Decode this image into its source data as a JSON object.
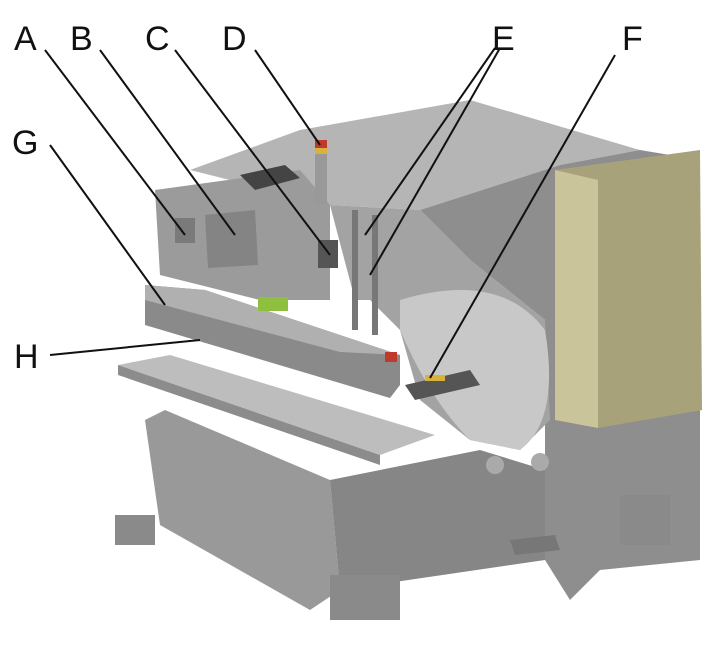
{
  "labels": {
    "A": "A",
    "B": "B",
    "C": "C",
    "D": "D",
    "E": "E",
    "F": "F",
    "G": "G",
    "H": "H"
  },
  "colors": {
    "body": "#8e8e8e",
    "body_light": "#b4b4b4",
    "body_dark": "#6e6e6e",
    "cabinet": "#a8a27a",
    "accent_green": "#8fbf3f",
    "accent_red": "#c0392b",
    "accent_yellow": "#d8b23a"
  }
}
